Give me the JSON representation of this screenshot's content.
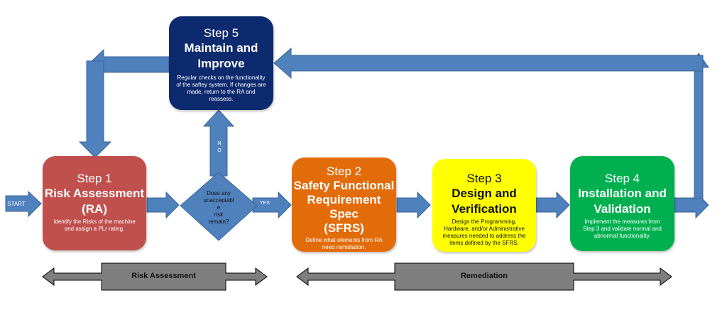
{
  "flow": {
    "start": "START",
    "step5": {
      "title": "Step 5",
      "heading_line1": "Maintain and",
      "heading_line2": "Improve",
      "desc_line1": "Regular checks on the functionality",
      "desc_line2": "of the saftey system. If changes are",
      "desc_line3": "made, return to the RA and",
      "desc_line4": "reassess."
    },
    "step1": {
      "title": "Step 1",
      "heading_line1": "Risk Assessment",
      "heading_line2": "(RA)",
      "desc_line1": "Identify the Risks of the machine",
      "desc_line2": "and assign a PLr rating."
    },
    "decision": {
      "line1": "Does any",
      "line2": "unacceptabl",
      "line3": "e",
      "line4": "risk",
      "line5": "remain?",
      "no_label": "N\nO",
      "yes_label": "YES"
    },
    "step2": {
      "title": "Step 2",
      "heading_line1": "Safety Functional",
      "heading_line2": "Requirement",
      "heading_line3": "Spec",
      "heading_line4": "(SFRS)",
      "desc_line1": "Define what elements from RA",
      "desc_line2": "need remidiation."
    },
    "step3": {
      "title": "Step 3",
      "heading_line1": "Design and",
      "heading_line2": "Verification",
      "desc_line1": "Design the Programming,",
      "desc_line2": "Hardware, and/or Administrative",
      "desc_line3": "measures needed to address the",
      "desc_line4": "items defined by the SFRS."
    },
    "step4": {
      "title": "Step 4",
      "heading_line1": "Installation and",
      "heading_line2": "Validation",
      "desc_line1": "Implement the measures from",
      "desc_line2": "Step 3 and validate normal and",
      "desc_line3": "abnormal functionality."
    }
  },
  "phases": {
    "risk_assessment": "Risk Assessment",
    "remediation": "Remediation"
  },
  "colors": {
    "arrow": "#4f81bd",
    "step5": "#0d2a6e",
    "step1": "#c0504d",
    "decision": "#4f81bd",
    "step2": "#e36c0a",
    "step3": "#ffff00",
    "step4": "#00b050",
    "phase_bar": "#7f7f7f"
  }
}
